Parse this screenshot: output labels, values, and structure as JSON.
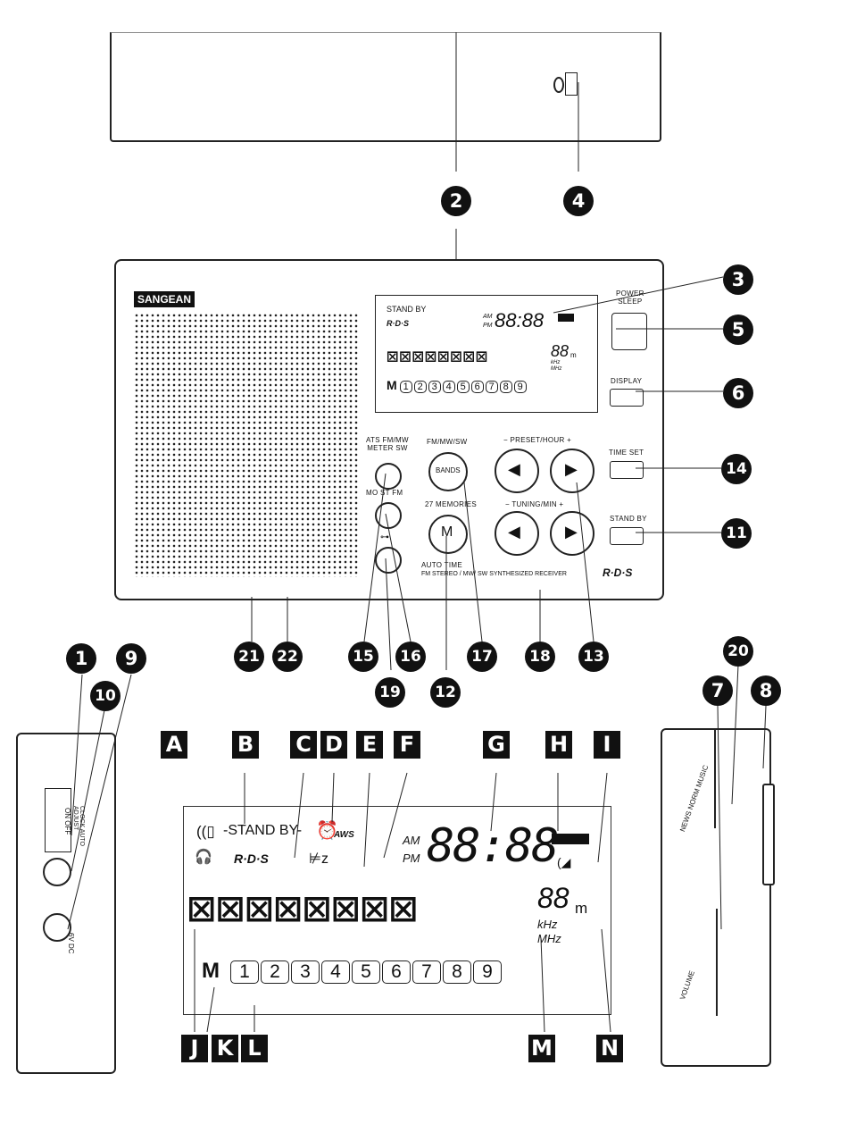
{
  "brand": "SANGEAN",
  "radio_labels": {
    "power_sleep": "POWER\nSLEEP",
    "display": "DISPLAY",
    "time_set": "TIME SET",
    "stand_by": "STAND BY",
    "ats": "ATS FM/MW\nMETER SW",
    "mo_st": "MO ST FM",
    "fm_mw_sw": "FM/MW/SW",
    "bands": "BANDS",
    "memories": "27 MEMORIES",
    "m": "M",
    "auto_time": "AUTO TIME",
    "preset_hour": "− PRESET/HOUR +",
    "tuning_min": "− TUNING/MIN +",
    "footer": "FM STEREO / MW/ SW   SYNTHESIZED RECEIVER",
    "rds_logo": "R·D·S"
  },
  "small_lcd": {
    "stand_by": "STAND BY",
    "am": "AM",
    "pm": "PM",
    "clock": "88:88",
    "rds": "R·D·S",
    "digits": "88",
    "unit": "m",
    "khz": "kHz",
    "mhz": "MHz",
    "m": "M",
    "memories": [
      "1",
      "2",
      "3",
      "4",
      "5",
      "6",
      "7",
      "8",
      "9"
    ]
  },
  "big_lcd": {
    "stand_by": "-STAND BY-",
    "aws": "AWS",
    "am": "AM",
    "pm": "PM",
    "clock": "88:88",
    "rds": "R·D·S",
    "digits": "88",
    "unit": "m",
    "khz": "kHz",
    "mhz": "MHz",
    "m": "M",
    "memories": [
      "1",
      "2",
      "3",
      "4",
      "5",
      "6",
      "7",
      "8",
      "9"
    ]
  },
  "left_side_labels": {
    "on_off": "ON  OFF",
    "clock_auto_adjust": "CLOCK AUTO\nADJUST",
    "dc": "6V DC"
  },
  "right_side_labels": {
    "modes": "NEWS  NORM  MUSIC",
    "volume": "VOLUME"
  },
  "callouts_numbers": [
    "1",
    "2",
    "3",
    "4",
    "5",
    "6",
    "7",
    "8",
    "9",
    "10",
    "11",
    "12",
    "13",
    "14",
    "15",
    "16",
    "17",
    "18",
    "19",
    "20",
    "21",
    "22"
  ],
  "callouts_letters": [
    "A",
    "B",
    "C",
    "D",
    "E",
    "F",
    "G",
    "H",
    "I",
    "J",
    "K",
    "L",
    "M",
    "N"
  ]
}
